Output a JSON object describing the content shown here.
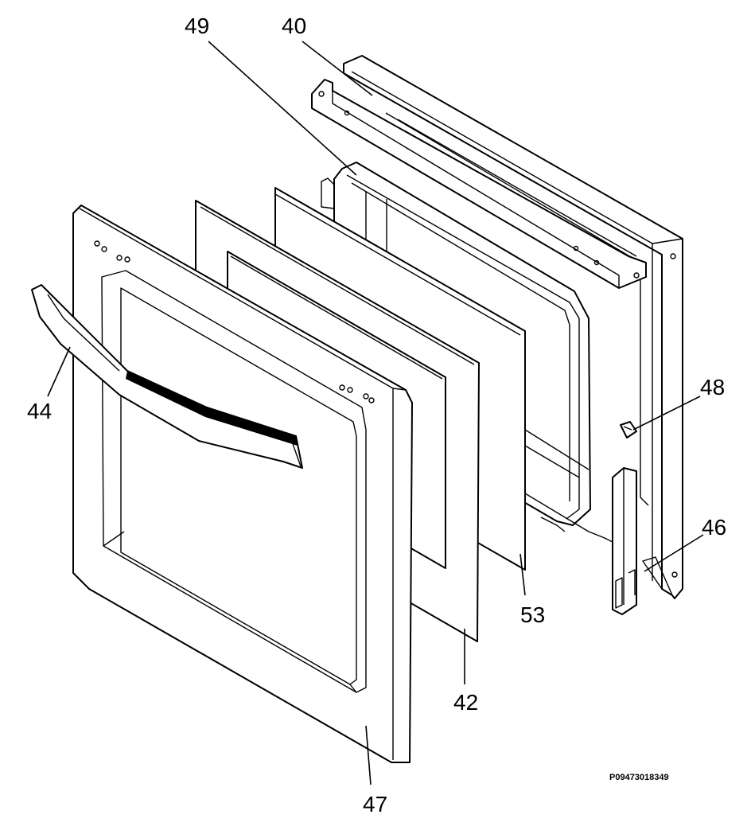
{
  "diagram": {
    "reference_code": "P09473018349",
    "callouts": [
      {
        "id": "40",
        "text": "40"
      },
      {
        "id": "49",
        "text": "49"
      },
      {
        "id": "44",
        "text": "44"
      },
      {
        "id": "48",
        "text": "48"
      },
      {
        "id": "46",
        "text": "46"
      },
      {
        "id": "53",
        "text": "53"
      },
      {
        "id": "42",
        "text": "42"
      },
      {
        "id": "47",
        "text": "47"
      }
    ]
  }
}
